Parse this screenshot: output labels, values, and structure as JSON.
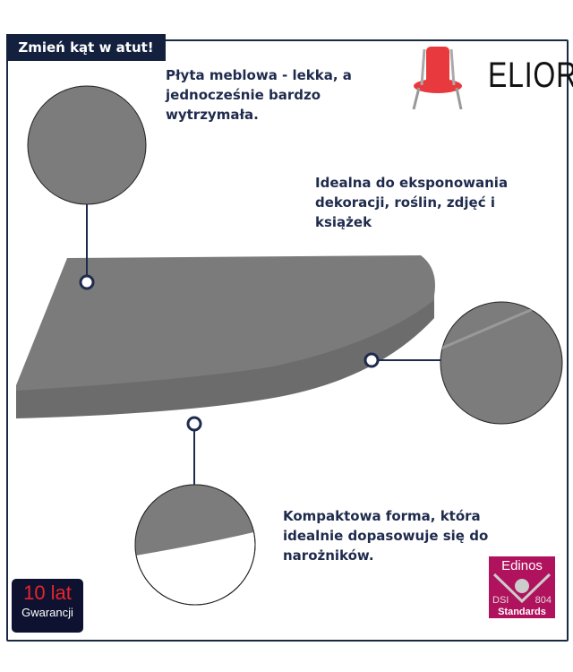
{
  "header": {
    "title": "Zmień kąt w atut!"
  },
  "features": [
    {
      "line1": "Płyta meblowa - lekka, a",
      "line2": "jednocześnie bardzo",
      "line3": "wytrzymała."
    },
    {
      "line1": "Idealna do eksponowania",
      "line2": "dekoracji, roślin, zdjęć i",
      "line3": "książek"
    },
    {
      "line1": "Kompaktowa forma, która",
      "line2": "idealnie dopasowuje się do",
      "line3": "narożników."
    }
  ],
  "brand": {
    "name": "ELIOR",
    "icon": "chair-icon"
  },
  "warranty": {
    "years": "10 lat",
    "label": "Gwarancji"
  },
  "certificate": {
    "title": "Edinos",
    "left": "DSI",
    "right": "804",
    "bottom": "Standards"
  },
  "colors": {
    "navy": "#13213f",
    "accent": "#b0125d",
    "shelf": "#7a7a7a"
  }
}
